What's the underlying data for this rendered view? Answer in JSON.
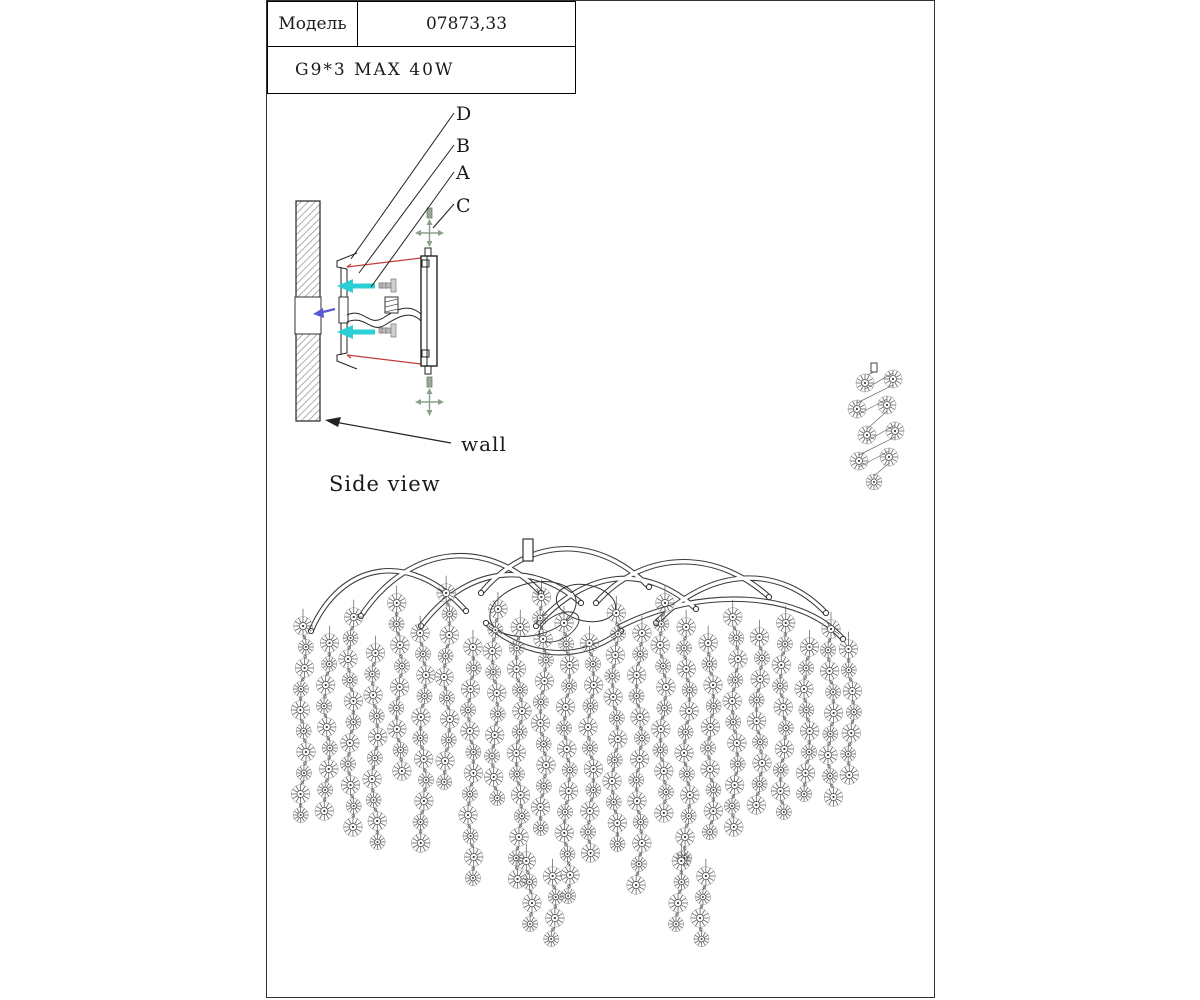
{
  "table": {
    "model_label": "Модель",
    "model_value": "07873,33",
    "spec": "G9*3  MAX 40W"
  },
  "labels": {
    "d": "D",
    "b": "B",
    "a": "A",
    "c": "C",
    "wall": "wall",
    "side_view": "Side view"
  },
  "colors": {
    "highlight_cyan": "#2ccfd6",
    "outline_red": "#c23b3b",
    "arrow_blue": "#5b5bd6"
  }
}
